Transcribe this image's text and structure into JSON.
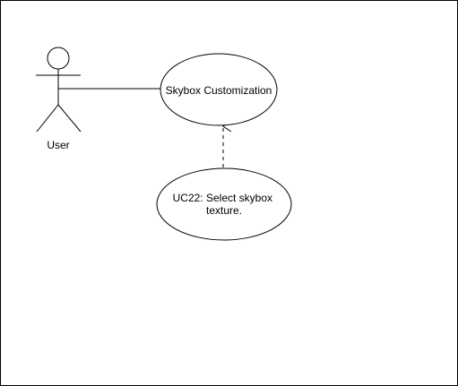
{
  "diagram": {
    "type": "use-case",
    "actor": {
      "label": "User"
    },
    "use_cases": [
      {
        "id": "skybox-customization",
        "lines": [
          "Skybox Customization"
        ]
      },
      {
        "id": "uc22",
        "lines": [
          "UC22: Select skybox",
          "texture."
        ]
      }
    ],
    "relations": [
      {
        "from": "actor",
        "to": "skybox-customization",
        "style": "solid"
      },
      {
        "from": "uc22",
        "to": "skybox-customization",
        "style": "dashed-arrow"
      }
    ],
    "colors": {
      "stroke": "#000000",
      "fill": "#ffffff",
      "background": "#ffffff"
    }
  }
}
